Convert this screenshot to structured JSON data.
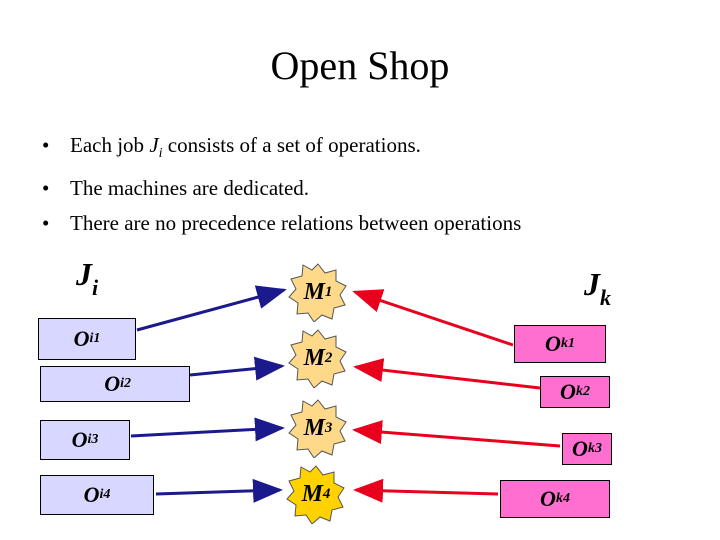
{
  "title": "Open Shop",
  "bullets": {
    "b1_pre": "Each job ",
    "b1_var": "J",
    "b1_sub": "i",
    "b1_post": " consists of a set of operations.",
    "b2": "The machines are dedicated.",
    "b3": "There are no precedence relations between operations"
  },
  "left_header": {
    "var": "J",
    "sub": "i"
  },
  "right_header": {
    "var": "J",
    "sub": "k"
  },
  "left_ops": [
    {
      "var": "O",
      "sub": "i1"
    },
    {
      "var": "O",
      "sub": "i2"
    },
    {
      "var": "O",
      "sub": "i3"
    },
    {
      "var": "O",
      "sub": "i4"
    }
  ],
  "right_ops": [
    {
      "var": "O",
      "sub": "k1"
    },
    {
      "var": "O",
      "sub": "k2"
    },
    {
      "var": "O",
      "sub": "k3"
    },
    {
      "var": "O",
      "sub": "k4"
    }
  ],
  "machines": [
    {
      "var": "M",
      "sub": "1"
    },
    {
      "var": "M",
      "sub": "2"
    },
    {
      "var": "M",
      "sub": "3"
    },
    {
      "var": "M",
      "sub": "4"
    }
  ],
  "colors": {
    "left_box": "#d7d7ff",
    "right_box": "#ff6fcf",
    "left_arrow": "#1a1a8c",
    "right_arrow": "#e8001c",
    "machine_fill": "#ffd98a",
    "machine_4_fill": "#ffd200"
  },
  "icons": {
    "bullet": "•"
  }
}
